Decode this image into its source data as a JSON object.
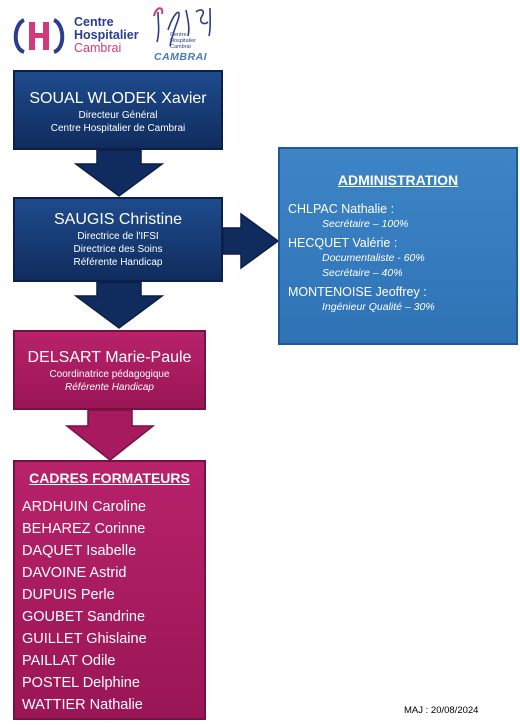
{
  "logos": {
    "hospital": [
      "Centre",
      "Hospitalier",
      "Cambrai"
    ],
    "ifsi_small": [
      "Centre",
      "Hospitalier",
      "Cambrai"
    ],
    "ifsi_city": "CAMBRAI"
  },
  "director": {
    "name": "SOUAL WLODEK Xavier",
    "lines": [
      "Directeur Général",
      "Centre Hospitalier de Cambrai"
    ]
  },
  "soins": {
    "name": "SAUGIS Christine",
    "lines": [
      "Directrice de l'IFSI",
      "Directrice des Soins",
      "Référente Handicap"
    ]
  },
  "coord": {
    "name": "DELSART Marie-Paule",
    "line": "Coordinatrice pédagogique",
    "italic_line": "Référente Handicap"
  },
  "admin": {
    "title": "ADMINISTRATION",
    "people": [
      {
        "name": "CHLPAC Nathalie :",
        "roles": [
          "Secrétaire – 100%"
        ]
      },
      {
        "name": "HECQUET Valérie :",
        "roles": [
          "Documentaliste  - 60%",
          "Secrétaire – 40%"
        ]
      },
      {
        "name": "MONTENOISE Jeoffrey :",
        "roles": [
          "Ingénieur Qualité – 30%"
        ]
      }
    ]
  },
  "cadres": {
    "title": "CADRES FORMATEURS",
    "members": [
      "ARDHUIN Caroline",
      "BEHAREZ Corinne",
      "DAQUET Isabelle",
      "DAVOINE Astrid",
      "DUPUIS Perle",
      "GOUBET Sandrine",
      "GUILLET Ghislaine",
      "PAILLAT Odile",
      "POSTEL Delphine",
      "WATTIER Nathalie"
    ]
  },
  "footer": {
    "updated": "MAJ : 20/08/2024"
  },
  "colors": {
    "navy": "#102c5e",
    "magenta": "#a81a60",
    "admin_blue": "#2f73b5"
  }
}
